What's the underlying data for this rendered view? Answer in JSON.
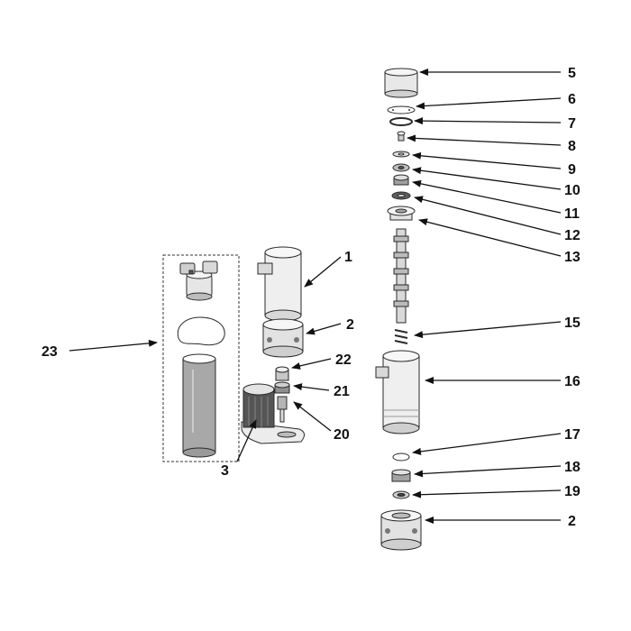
{
  "colors": {
    "line": "#111111",
    "part_light": "#f1f1f1",
    "part_mid": "#d4d4d4",
    "part_dark": "#9a9a9a",
    "tube": "#a8a8a8"
  },
  "callouts": {
    "c1": "1",
    "c2a": "2",
    "c2b": "2",
    "c3": "3",
    "c5": "5",
    "c6": "6",
    "c7": "7",
    "c8": "8",
    "c9": "9",
    "c10": "10",
    "c11": "11",
    "c12": "12",
    "c13": "13",
    "c15": "15",
    "c16": "16",
    "c17": "17",
    "c18": "18",
    "c19": "19",
    "c20": "20",
    "c21": "21",
    "c22": "22",
    "c23": "23"
  }
}
